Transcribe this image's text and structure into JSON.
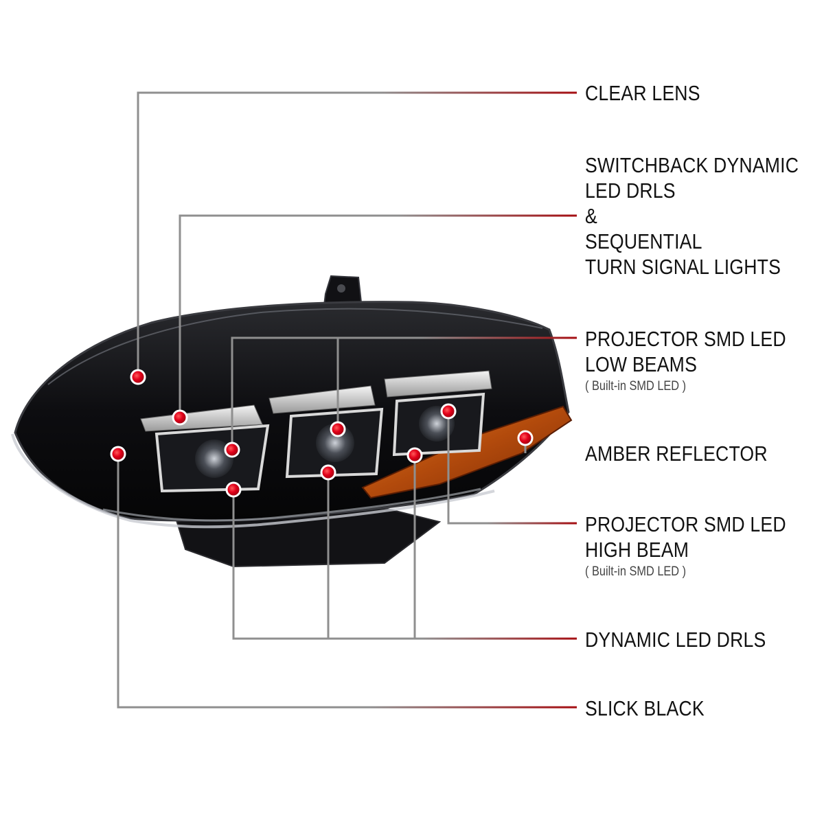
{
  "colors": {
    "leader_gray": "#8f8f8f",
    "leader_red": "#a50e12",
    "marker_red": "#d80018",
    "amber": "#c85a10",
    "housing_black": "#0b0b0d"
  },
  "callouts": {
    "clear_lens": {
      "label": "CLEAR LENS"
    },
    "switchback_drls": {
      "lines": [
        "SWITCHBACK DYNAMIC",
        "LED DRLS",
        "&",
        "SEQUENTIAL",
        "TURN SIGNAL LIGHTS"
      ]
    },
    "low_beams": {
      "lines": [
        "PROJECTOR SMD LED",
        "LOW BEAMS"
      ],
      "note": "( Built-in SMD LED )"
    },
    "amber_reflector": {
      "label": "AMBER REFLECTOR"
    },
    "high_beam": {
      "lines": [
        "PROJECTOR SMD LED",
        "HIGH BEAM"
      ],
      "note": "( Built-in SMD LED )"
    },
    "dynamic_drls": {
      "label": "DYNAMIC LED DRLS"
    },
    "slick_black": {
      "label": "SLICK BLACK"
    }
  },
  "product": {
    "icon": "headlight-assembly"
  }
}
